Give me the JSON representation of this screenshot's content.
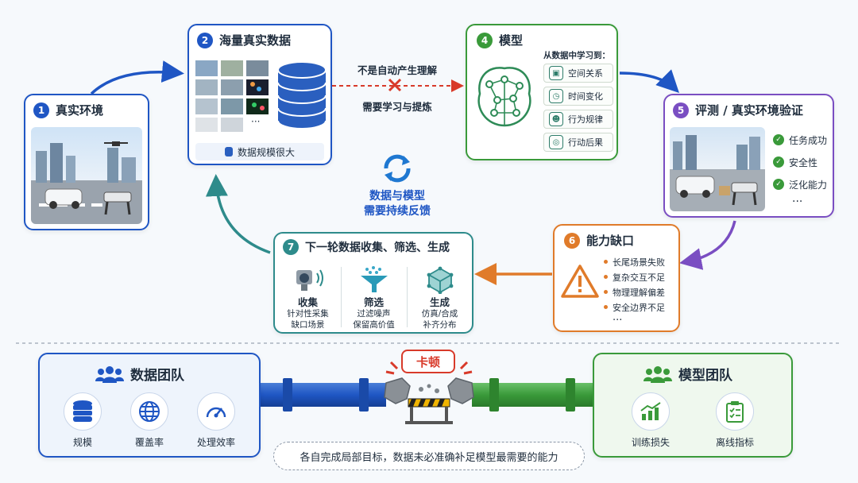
{
  "step1": {
    "num": "1",
    "title": "真实环境"
  },
  "step2": {
    "num": "2",
    "title": "海量真实数据",
    "ellipsis": "···",
    "caption": "数据规模很大"
  },
  "link": {
    "top": "不是自动产生理解",
    "bottom": "需要学习与提炼"
  },
  "step4": {
    "num": "4",
    "title": "模型",
    "learn_title": "从数据中学习到：",
    "items": [
      {
        "label": "空间关系",
        "icon": "cube-icon"
      },
      {
        "label": "时间变化",
        "icon": "clock-icon"
      },
      {
        "label": "行为规律",
        "icon": "people-icon"
      },
      {
        "label": "行动后果",
        "icon": "target-icon"
      }
    ]
  },
  "step5": {
    "num": "5",
    "title": "评测 / 真实环境验证",
    "checks": [
      "任务成功",
      "安全性",
      "泛化能力"
    ],
    "ellipsis": "···"
  },
  "feedback": {
    "line1": "数据与模型",
    "line2": "需要持续反馈"
  },
  "step6": {
    "num": "6",
    "title": "能力缺口",
    "items": [
      "长尾场景失败",
      "复杂交互不足",
      "物理理解偏差",
      "安全边界不足"
    ],
    "ellipsis": "···"
  },
  "step7": {
    "num": "7",
    "title": "下一轮数据收集、筛选、生成",
    "tools": [
      {
        "label": "收集",
        "d1": "针对性采集",
        "d2": "缺口场景",
        "icon": "camera-icon"
      },
      {
        "label": "筛选",
        "d1": "过滤噪声",
        "d2": "保留高价值",
        "icon": "funnel-icon"
      },
      {
        "label": "生成",
        "d1": "仿真/合成",
        "d2": "补齐分布",
        "icon": "cube-network-icon"
      }
    ]
  },
  "data_team": {
    "title": "数据团队",
    "metrics": [
      {
        "label": "规模",
        "icon": "database-icon"
      },
      {
        "label": "覆盖率",
        "icon": "globe-icon"
      },
      {
        "label": "处理效率",
        "icon": "gauge-icon"
      }
    ]
  },
  "model_team": {
    "title": "模型团队",
    "metrics": [
      {
        "label": "训练损失",
        "icon": "chart-icon"
      },
      {
        "label": "离线指标",
        "icon": "clipboard-icon"
      }
    ]
  },
  "stuck": "卡顿",
  "bottom_caption": "各自完成局部目标，数据未必准确补足模型最需要的能力",
  "colors": {
    "blue": "#1f56c4",
    "green": "#3a9a3a",
    "purple": "#7a4ec2",
    "orange": "#e07b2a",
    "teal": "#2e8b8b",
    "red": "#d83a2a"
  }
}
